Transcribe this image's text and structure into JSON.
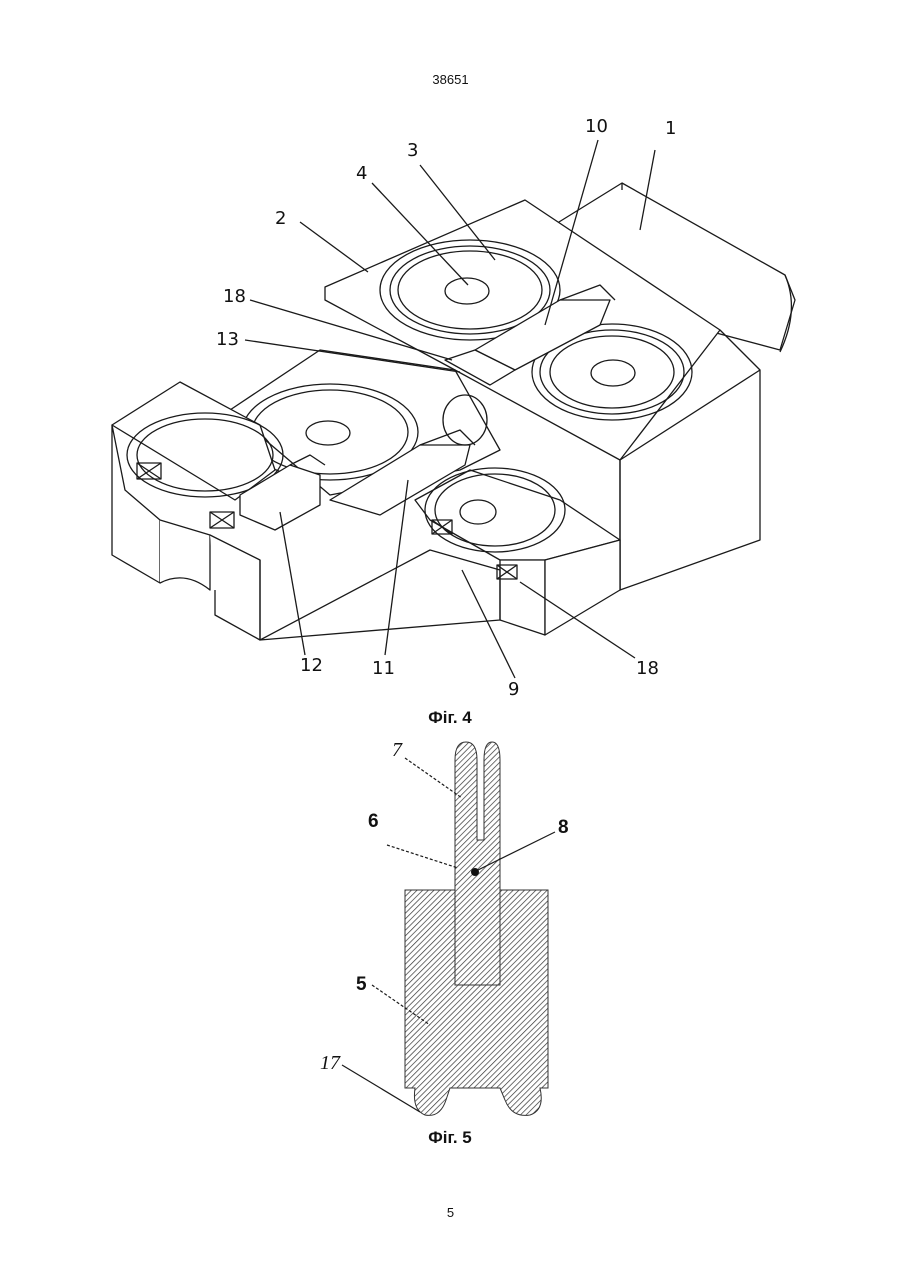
{
  "page": {
    "header_number": "38651",
    "page_number": "5"
  },
  "figure4": {
    "caption": "Фіг. 4",
    "labels": {
      "l1": "1",
      "l2": "2",
      "l3": "3",
      "l4": "4",
      "l10": "10",
      "l18_top": "18",
      "l13": "13",
      "l12": "12",
      "l11": "11",
      "l9": "9",
      "l18_bottom": "18"
    }
  },
  "figure5": {
    "caption": "Фіг. 5",
    "labels": {
      "l7": "7",
      "l6": "6",
      "l8": "8",
      "l5": "5",
      "l17": "17"
    }
  },
  "colors": {
    "ink": "#1a1a1a",
    "hatch": "#333333"
  }
}
